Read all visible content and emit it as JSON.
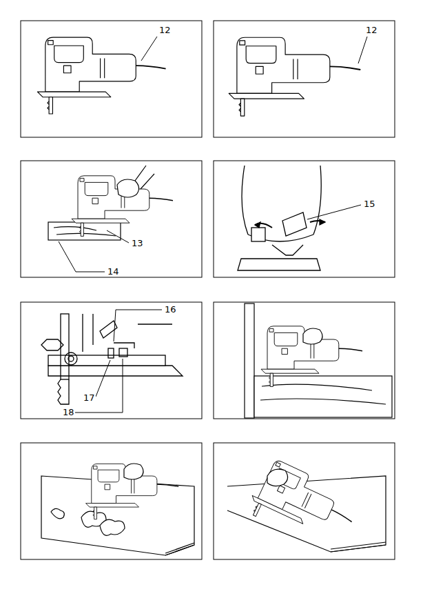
{
  "diagram": {
    "labels": [
      "12",
      "12",
      "13",
      "14",
      "15",
      "16",
      "17",
      "18"
    ]
  }
}
